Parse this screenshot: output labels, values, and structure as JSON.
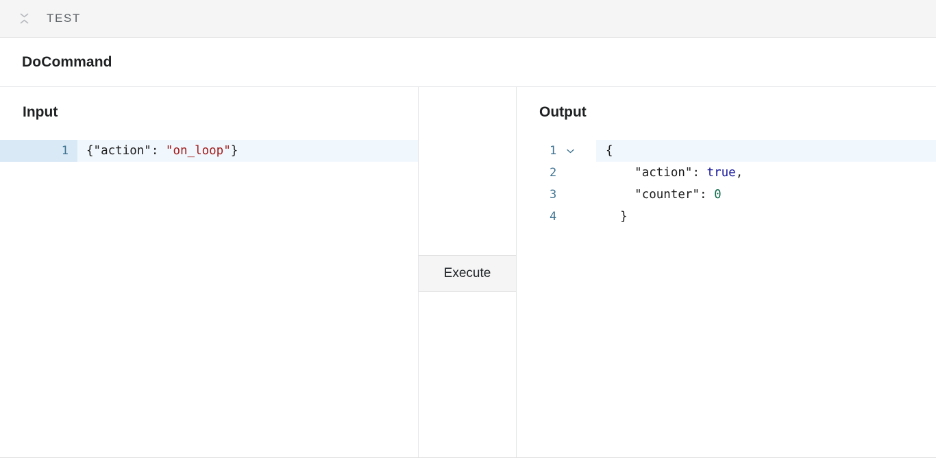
{
  "topbar": {
    "collapse_icon": "collapse-chevrons-icon",
    "title": "TEST"
  },
  "command": {
    "title": "DoCommand"
  },
  "input_panel": {
    "heading": "Input",
    "lines": [
      {
        "number": "1",
        "active": true,
        "tokens": [
          {
            "text": "{",
            "type": "punct"
          },
          {
            "text": "\"action\"",
            "type": "key"
          },
          {
            "text": ": ",
            "type": "punct"
          },
          {
            "text": "\"on_loop\"",
            "type": "string"
          },
          {
            "text": "}",
            "type": "punct"
          }
        ]
      }
    ]
  },
  "middle_panel": {
    "execute_label": "Execute"
  },
  "output_panel": {
    "heading": "Output",
    "lines": [
      {
        "number": "1",
        "active": true,
        "fold": "chevron-down-icon",
        "tokens": [
          {
            "text": "{",
            "type": "punct"
          }
        ]
      },
      {
        "number": "2",
        "active": false,
        "fold": null,
        "tokens": [
          {
            "text": "    ",
            "type": "punct"
          },
          {
            "text": "\"action\"",
            "type": "key"
          },
          {
            "text": ": ",
            "type": "punct"
          },
          {
            "text": "true",
            "type": "bool"
          },
          {
            "text": ",",
            "type": "punct"
          }
        ]
      },
      {
        "number": "3",
        "active": false,
        "fold": null,
        "tokens": [
          {
            "text": "    ",
            "type": "punct"
          },
          {
            "text": "\"counter\"",
            "type": "key"
          },
          {
            "text": ": ",
            "type": "punct"
          },
          {
            "text": "0",
            "type": "num"
          }
        ]
      },
      {
        "number": "4",
        "active": false,
        "fold": null,
        "tokens": [
          {
            "text": "  ",
            "type": "punct"
          },
          {
            "text": "}",
            "type": "punct"
          }
        ]
      }
    ]
  },
  "colors": {
    "topbar_bg": "#f5f5f5",
    "string": "#a21b1b",
    "boolean": "#1a1a9c",
    "number": "#0f6b4a",
    "line_number": "#3f7391",
    "active_gutter": "#d9e9f6",
    "active_line": "#f1f8fd"
  }
}
